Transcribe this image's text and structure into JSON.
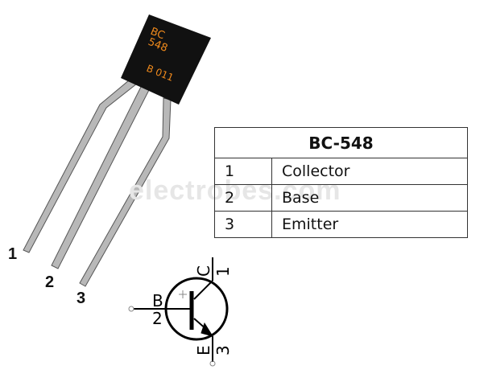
{
  "watermark": "electrobes.com",
  "package": {
    "marking_line1": "BC",
    "marking_line2": "548",
    "marking_line3": "B 011",
    "body_color": "#111111",
    "marking_color": "#f08a1c",
    "lead_color": "#b8b8b8"
  },
  "pin_labels": [
    "1",
    "2",
    "3"
  ],
  "table": {
    "title": "BC-548",
    "rows": [
      {
        "pin": "1",
        "name": "Collector"
      },
      {
        "pin": "2",
        "name": "Base"
      },
      {
        "pin": "3",
        "name": "Emitter"
      }
    ]
  },
  "symbol": {
    "base_letter": "B",
    "base_pin": "2",
    "collector_letter": "C",
    "collector_pin": "1",
    "emitter_letter": "E",
    "emitter_pin": "3",
    "type": "NPN"
  }
}
